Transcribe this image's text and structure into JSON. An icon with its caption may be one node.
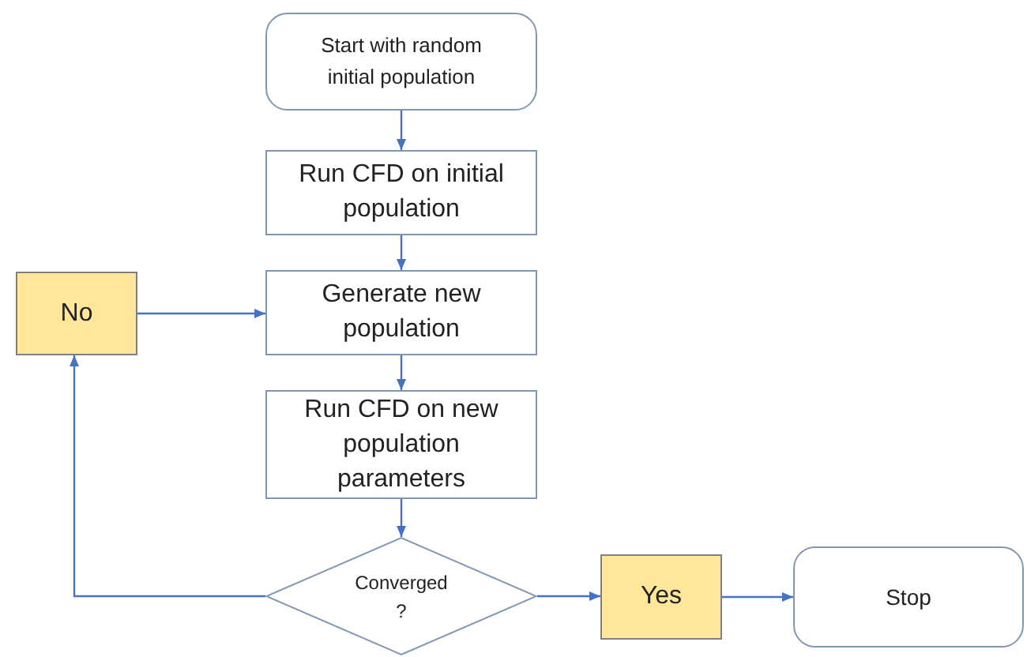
{
  "diagram": {
    "nodes": [
      {
        "text": [
          "Start with random initial population"
        ]
      },
      {
        "text": [
          "Run CFD on initial population"
        ]
      },
      {
        "text": [
          "Generate new population"
        ]
      },
      {
        "text": [
          "Run CFD on new population parameters"
        ]
      },
      {
        "text": [
          "Converged ?"
        ]
      },
      {
        "text": [
          "No"
        ]
      },
      {
        "text": [
          "Yes"
        ]
      },
      {
        "text": [
          "Stop"
        ]
      }
    ],
    "edges": [
      {
        "from": 0,
        "to": 1,
        "arrow": "to"
      },
      {
        "from": 1,
        "to": 2,
        "arrow": "to"
      },
      {
        "from": 2,
        "to": 3,
        "arrow": "to"
      },
      {
        "from": 3,
        "to": 4,
        "arrow": "to"
      },
      {
        "from": 4,
        "to": 5,
        "arrow": "to"
      },
      {
        "from": 5,
        "to": 2,
        "arrow": "to"
      },
      {
        "from": 4,
        "to": 6,
        "arrow": "to"
      },
      {
        "from": 6,
        "to": 7,
        "arrow": "to"
      }
    ]
  }
}
